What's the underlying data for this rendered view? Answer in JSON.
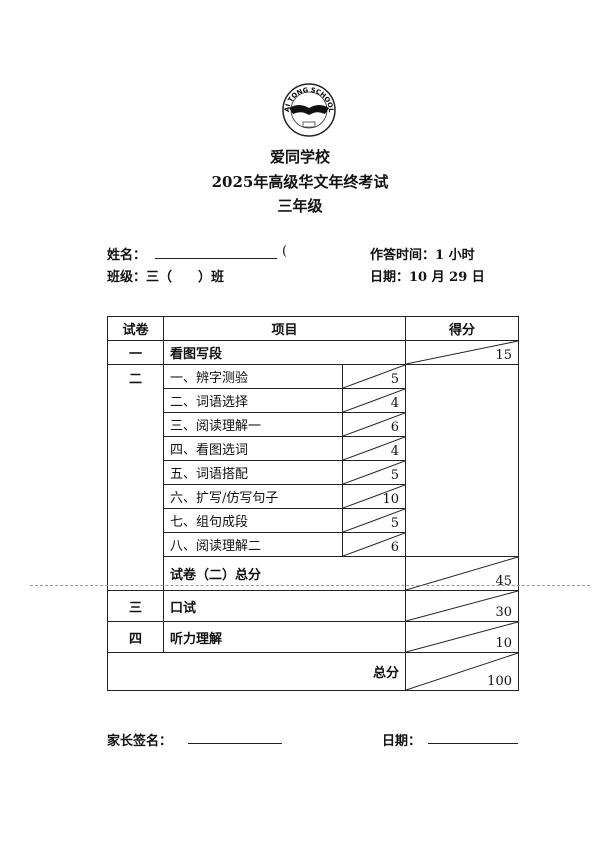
{
  "logo": {
    "ring_text": "AI TONG SCHOOL",
    "bottom_text": "爱同学校"
  },
  "header": {
    "school": "爱同学校",
    "exam_title": "2025年高级华文年终考试",
    "grade": "三年级"
  },
  "info": {
    "name_label": "姓名：",
    "name_paren": "(",
    "class_label": "班级：三（　　）班",
    "time_label": "作答时间：1 小时",
    "date_label": "日期：10 月 29 日"
  },
  "table": {
    "headers": {
      "paper": "试卷",
      "item": "项目",
      "score": "得分"
    },
    "row1": {
      "paper": "一",
      "item": "看图写段",
      "score": "15"
    },
    "section2": {
      "paper": "二",
      "subitems": [
        {
          "item": "一、辨字测验",
          "score": "5"
        },
        {
          "item": "二、词语选择",
          "score": "4"
        },
        {
          "item": "三、阅读理解一",
          "score": "6"
        },
        {
          "item": "四、看图选词",
          "score": "4"
        },
        {
          "item": "五、词语搭配",
          "score": "5"
        },
        {
          "item": "六、扩写/仿写句子",
          "score": "10"
        },
        {
          "item": "七、组句成段",
          "score": "5"
        },
        {
          "item": "八、阅读理解二",
          "score": "6"
        }
      ],
      "total_label": "试卷（二）总分",
      "total_score": "45"
    },
    "row3": {
      "paper": "三",
      "item": "口试",
      "score": "30"
    },
    "row4": {
      "paper": "四",
      "item": "听力理解",
      "score": "10"
    },
    "grand_total": {
      "label": "总分",
      "score": "100"
    }
  },
  "footer": {
    "parent_sign_label": "家长签名：",
    "date_label": "日期："
  }
}
